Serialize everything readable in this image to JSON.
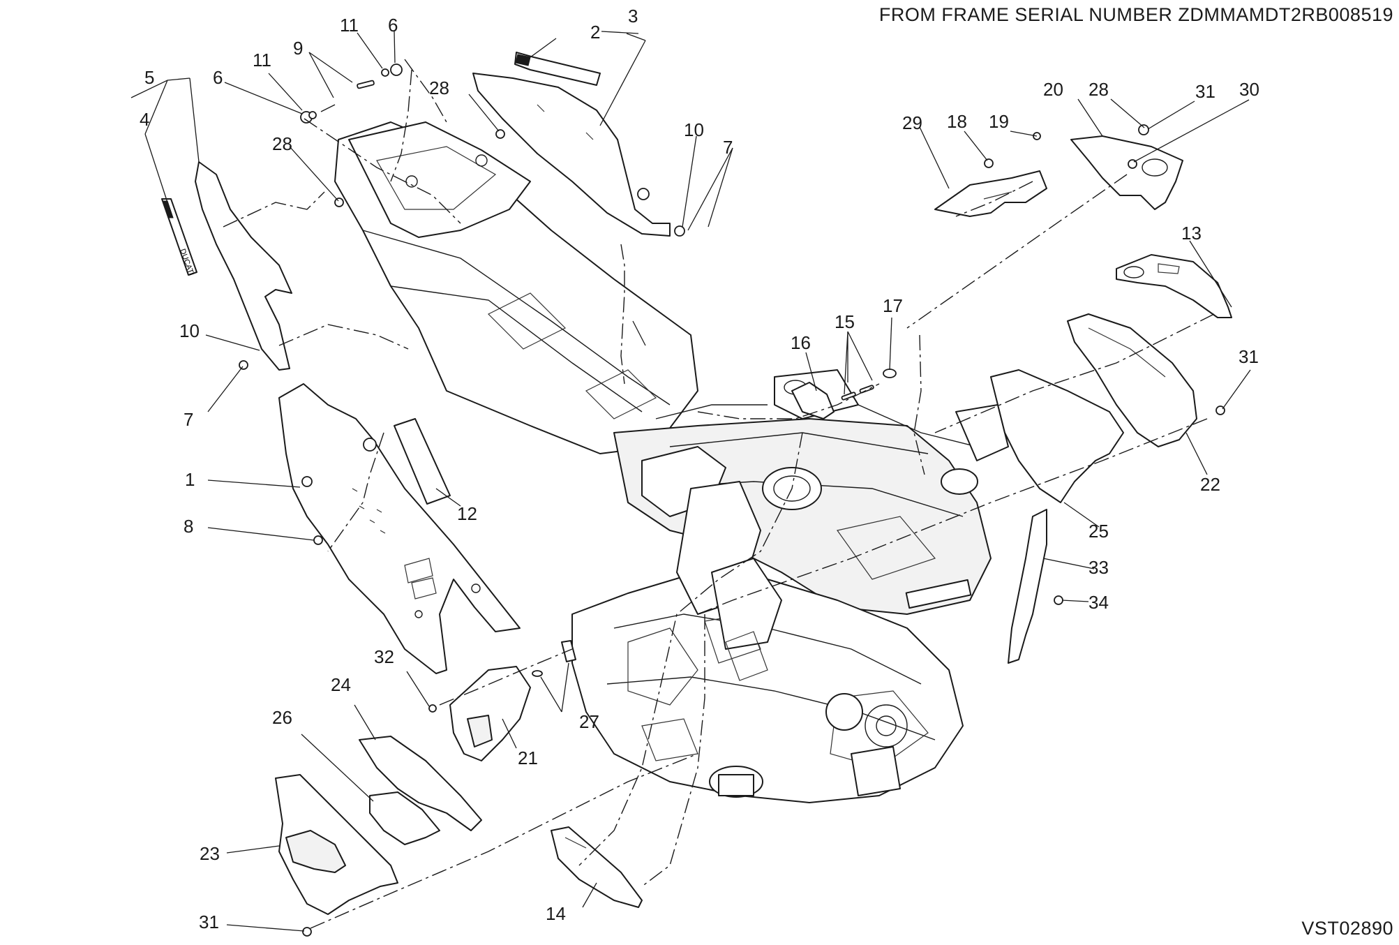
{
  "header": {
    "serial_caption": "FROM FRAME SERIAL NUMBER ZDMMAMDT2RB008519"
  },
  "footer": {
    "drawing_code": "VST02890"
  },
  "callouts": [
    "1",
    "2",
    "3",
    "4",
    "5",
    "6",
    "6",
    "7",
    "7",
    "8",
    "9",
    "10",
    "10",
    "11",
    "11",
    "12",
    "13",
    "14",
    "15",
    "16",
    "17",
    "18",
    "19",
    "20",
    "21",
    "22",
    "23",
    "24",
    "25",
    "26",
    "27",
    "28",
    "28",
    "28",
    "29",
    "30",
    "31",
    "31",
    "31",
    "32",
    "33",
    "34"
  ],
  "decal_text": "DUCATI"
}
